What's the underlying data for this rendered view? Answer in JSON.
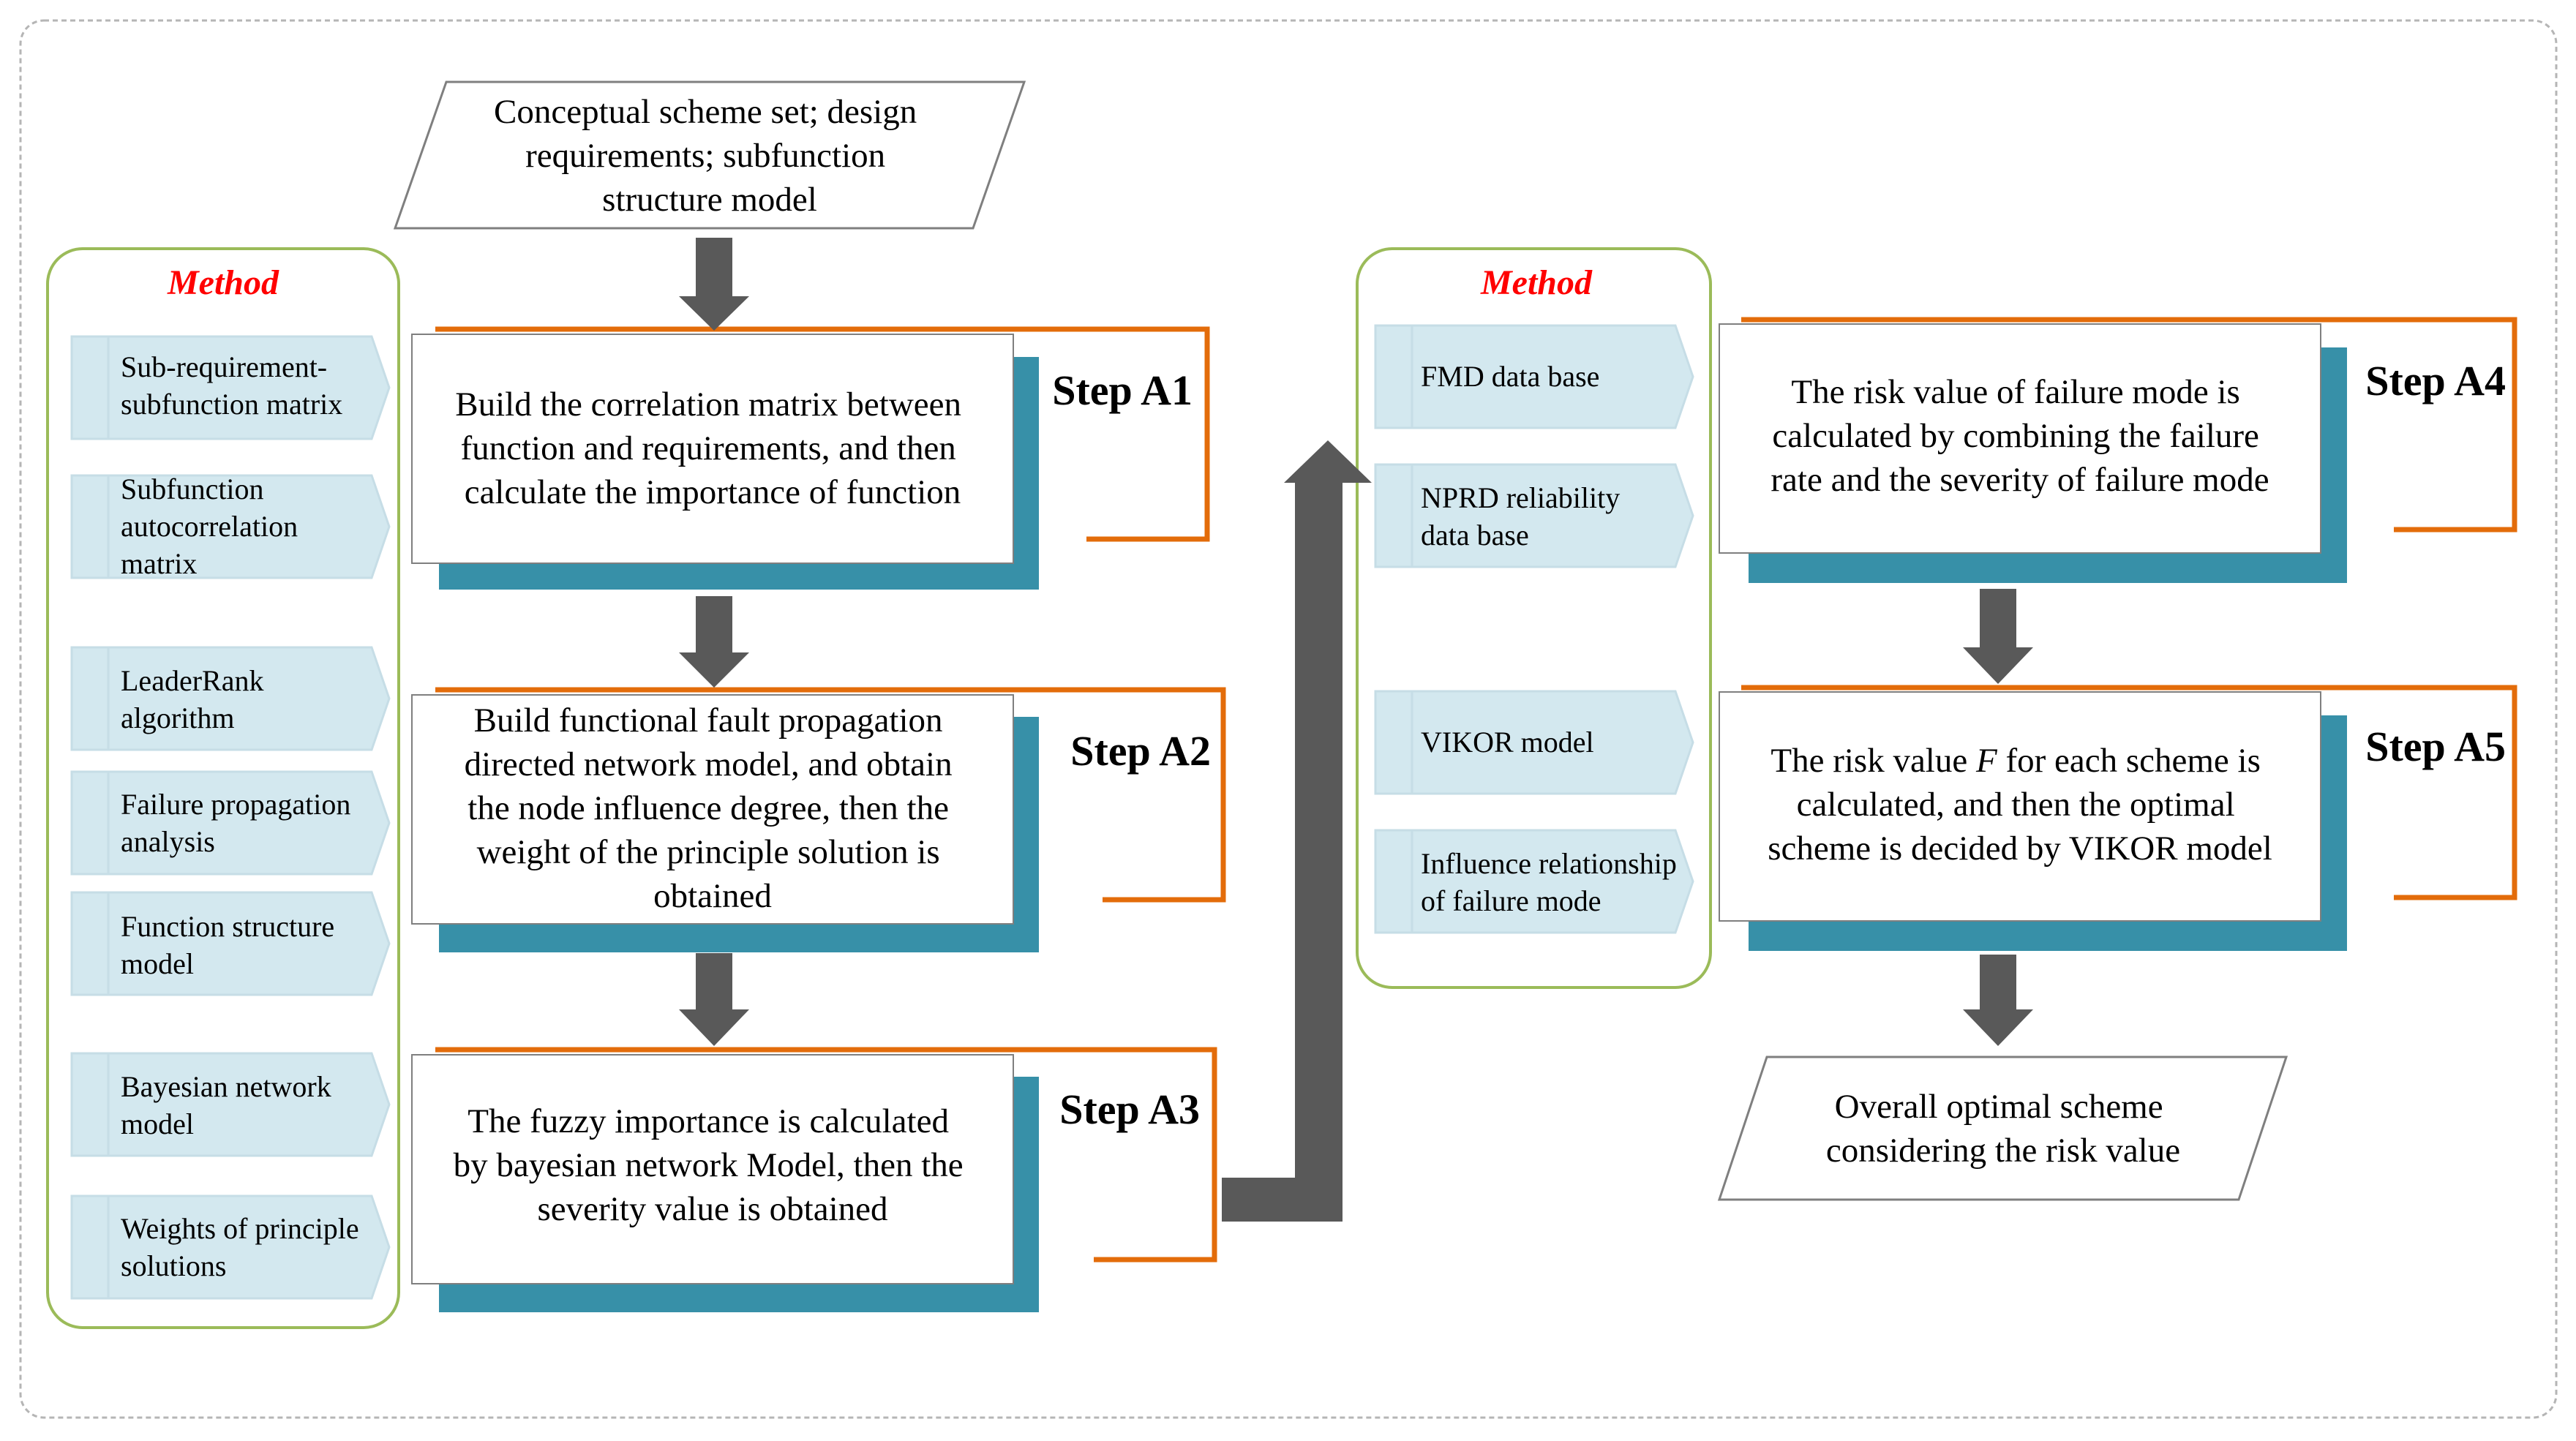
{
  "input": {
    "lines": [
      "Conceptual scheme set; design",
      "requirements; subfunction",
      "structure model"
    ]
  },
  "output": {
    "lines": [
      "Overall optimal scheme",
      "considering the risk value"
    ]
  },
  "left_method": {
    "title": "Method",
    "items": [
      {
        "lines": [
          "Sub-requirement-",
          "subfunction matrix"
        ]
      },
      {
        "lines": [
          "Subfunction",
          "autocorrelation",
          "matrix"
        ]
      },
      {
        "lines": [
          "LeaderRank",
          "algorithm"
        ]
      },
      {
        "lines": [
          "Failure propagation",
          "analysis"
        ]
      },
      {
        "lines": [
          "Function structure",
          "model"
        ]
      },
      {
        "lines": [
          "Bayesian network",
          "model"
        ]
      },
      {
        "lines": [
          "Weights of principle",
          "solutions"
        ]
      }
    ]
  },
  "right_method": {
    "title": "Method",
    "items": [
      {
        "lines": [
          "FMD data base"
        ]
      },
      {
        "lines": [
          "NPRD reliability",
          "data base"
        ]
      },
      {
        "lines": [
          "VIKOR model"
        ]
      },
      {
        "lines": [
          "Influence relationship",
          "of failure mode"
        ]
      }
    ]
  },
  "steps": [
    {
      "label": "Step A1",
      "lines": [
        "Build the correlation matrix between",
        "function and requirements, and then",
        "calculate the importance of function"
      ]
    },
    {
      "label": "Step A2",
      "lines": [
        "Build functional fault propagation",
        "directed  network model, and obtain",
        "the node influence degree, then the",
        "weight of the principle solution is",
        "obtained"
      ]
    },
    {
      "label": "Step A3",
      "lines": [
        "The  fuzzy importance is  calculated",
        "by bayesian network Model, then the",
        "severity value is obtained"
      ]
    },
    {
      "label": "Step A4",
      "lines": [
        "The risk value of failure mode is",
        "calculated by combining the failure",
        "rate and the severity of failure mode"
      ]
    },
    {
      "label": "Step A5",
      "lines": [
        "The risk value F for each scheme is",
        "calculated, and  then the optimal",
        "scheme is decided by VIKOR model"
      ]
    }
  ],
  "colors": {
    "frame": "#b5b5b5",
    "method_border": "#9bbb59",
    "method_title": "#ff0000",
    "item_fill": "#d3e8ef",
    "item_edge": "#c6dde6",
    "shadow": "#3790a8",
    "orange": "#e36c0a",
    "arrow": "#595959",
    "text": "#000000"
  }
}
